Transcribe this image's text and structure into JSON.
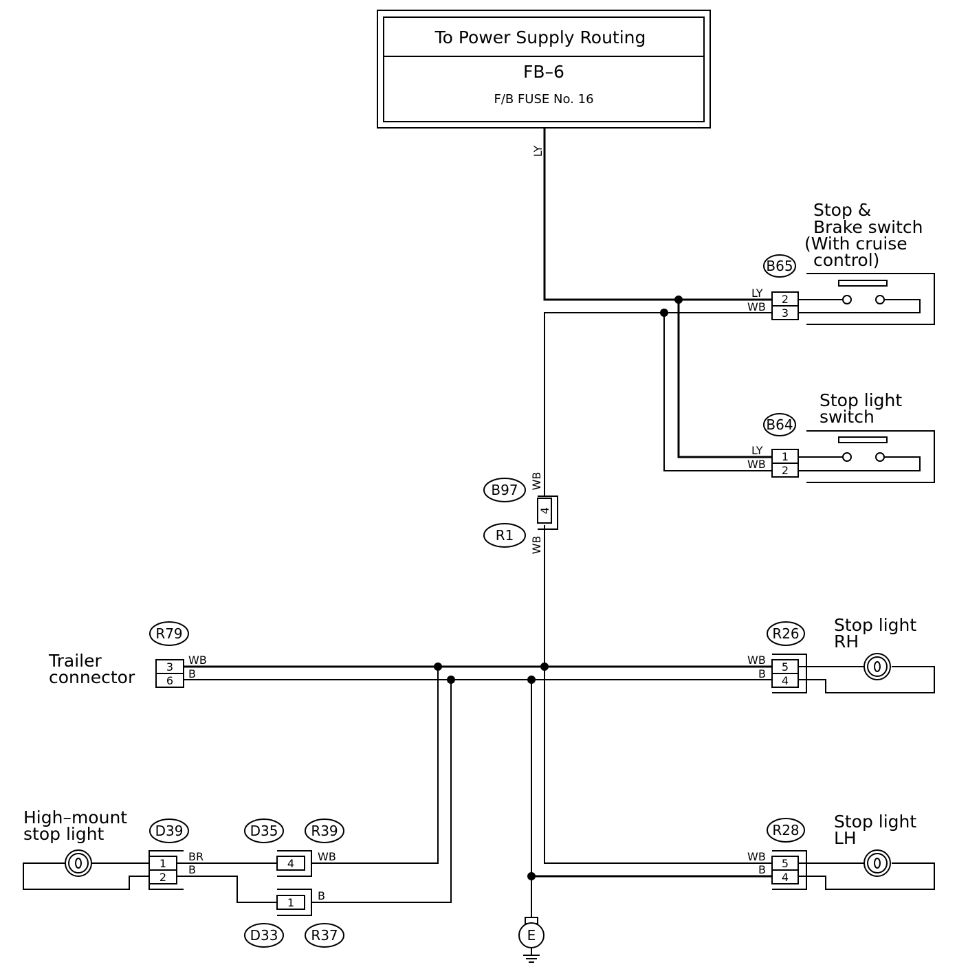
{
  "power_box": {
    "title": "To Power Supply Routing",
    "fuse_code": "FB–6",
    "fuse_desc": "F/B FUSE No. 16"
  },
  "wires": {
    "ly": "LY",
    "wb": "WB",
    "b": "B",
    "br": "BR"
  },
  "connectors": {
    "b65": "B65",
    "b64": "B64",
    "b97": "B97",
    "r1": "R1",
    "r79": "R79",
    "r26": "R26",
    "r28": "R28",
    "d39": "D39",
    "d35": "D35",
    "r39": "R39",
    "d33": "D33",
    "r37": "R37"
  },
  "pins": {
    "b65_a": "2",
    "b65_b": "3",
    "b64_a": "1",
    "b64_b": "2",
    "b97": "4",
    "r79_a": "3",
    "r79_b": "6",
    "r26_a": "5",
    "r26_b": "4",
    "r28_a": "5",
    "r28_b": "4",
    "d39_a": "1",
    "d39_b": "2",
    "d35": "4",
    "d33": "1"
  },
  "components": {
    "stop_brake_l1": "Stop &",
    "stop_brake_l2": "Brake switch",
    "stop_brake_l3": "(With cruise",
    "stop_brake_l4": "control)",
    "stop_switch_l1": "Stop light",
    "stop_switch_l2": "switch",
    "trailer_l1": "Trailer",
    "trailer_l2": "connector",
    "rh_l1": "Stop light",
    "rh_l2": "RH",
    "lh_l1": "Stop light",
    "lh_l2": "LH",
    "hm_l1": "High–mount",
    "hm_l2": "stop light",
    "ground": "E"
  }
}
